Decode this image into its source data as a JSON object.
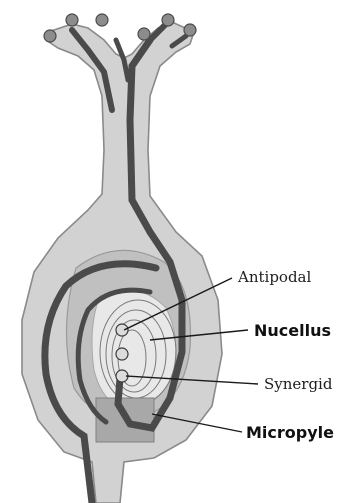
{
  "labels": {
    "antipodal": "Antipodal",
    "nucellus": "Nucellus",
    "synergid": "Synergid",
    "micropyle": "Micropyle"
  },
  "colors": {
    "tissue_fill": "#d2d2d2",
    "tissue_edge": "#8a8a8a",
    "pollen_tube": "#4a4a4a",
    "inner_tissue": "#b8b8b8",
    "pollen_grain": "#8c8c8c"
  }
}
